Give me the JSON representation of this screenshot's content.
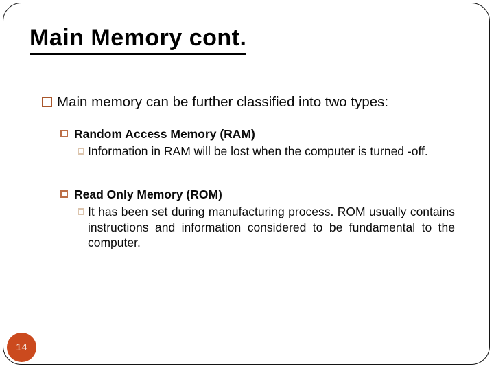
{
  "slide": {
    "title": "Main Memory cont.",
    "intro_bullet": "Main memory can be further classified into two types:",
    "types": [
      {
        "heading": "Random Access Memory (RAM)",
        "body": "Information in RAM will be lost when the computer is turned -off."
      },
      {
        "heading": "Read Only Memory (ROM)",
        "body": "It has been set during manufacturing process. ROM usually contains instructions and information considered to be fundamental to the computer."
      }
    ],
    "page_number": "14",
    "colors": {
      "frame_border": "#141414",
      "bullet_level1_outline": "#a9572c",
      "bullet_level2_outline": "#bc6f48",
      "bullet_level3_outline": "#dcc5ae",
      "page_circle_background": "#cb4a1e",
      "page_circle_text": "#f3e3da",
      "text": "#0a0a0a"
    }
  }
}
